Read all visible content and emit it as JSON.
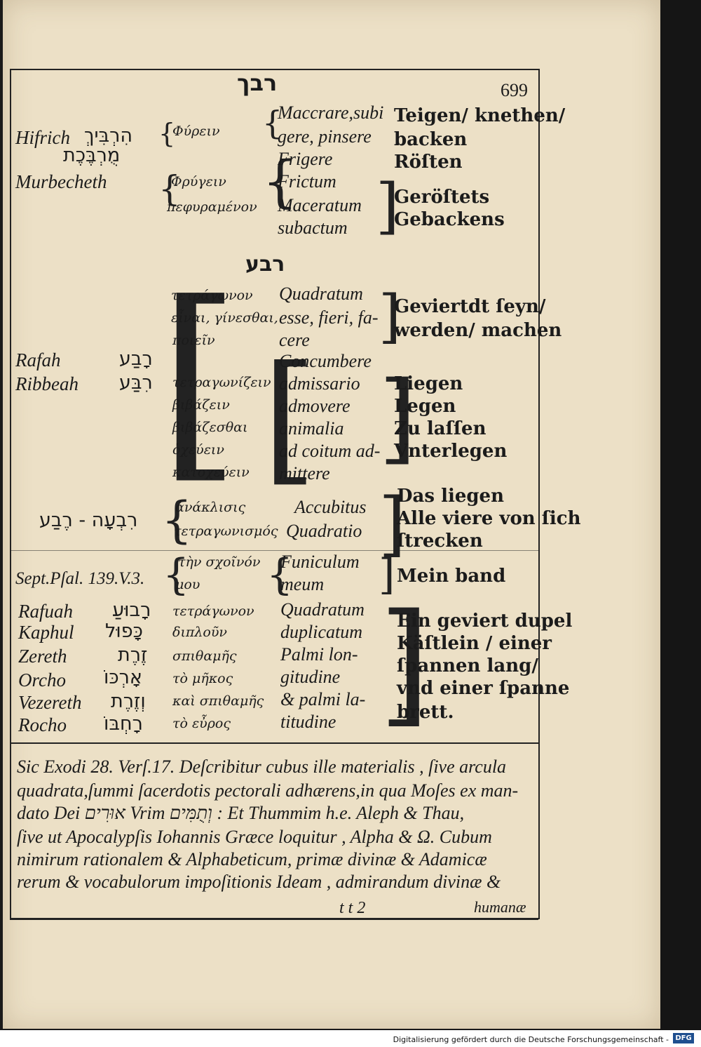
{
  "header": {
    "hebrew_title": "רבך",
    "page_number": "699"
  },
  "block1": {
    "terms": [
      "Hifrich",
      "Murbecheth"
    ],
    "hebrew": [
      "הִרְבִּיךְ",
      "מֻרְבֶּכֶת"
    ],
    "greek": [
      "Φύρειν",
      "Φρύγειν",
      "πεφυραμένον"
    ],
    "latin": [
      "Maccrare,subi",
      "gere, pinsere",
      "Frigere",
      "Frictum",
      "Maceratum",
      "subactum"
    ],
    "german": [
      "Teigen/ knethen/",
      "backen",
      "Röſten",
      "Geröſtets",
      "Gebackens"
    ]
  },
  "section2_title": "רבע",
  "block2": {
    "terms": [
      "Rafah",
      "Ribbeah"
    ],
    "hebrew": [
      "רָבַע",
      "רִבַּע"
    ],
    "greek": [
      "τετράγωνον",
      "εἶναι, γίνεσθαι,",
      "ποιεῖν",
      "τετραγωνίζειν",
      "βιβάζειν",
      "βιβάζεσθαι",
      "ὀχεύειν",
      "κατοχεύειν"
    ],
    "latin": [
      "Quadratum",
      "esse, fieri, fa-",
      "cere",
      "Concumbere",
      "admissario",
      "admovere",
      "animalia",
      "ad coitum ad-",
      "mittere"
    ],
    "german": [
      "Geviertdt ſeyn/",
      "werden/ machen",
      "Liegen",
      "Legen",
      "Zu laſſen",
      "Vnterlegen"
    ]
  },
  "block3": {
    "hebrew": "רִבְעָה - רֶבַע",
    "greek": [
      "ἀνάκλισις",
      "τετραγωνισμός"
    ],
    "latin": [
      "Accubitus",
      "Quadratio"
    ],
    "german": [
      "Das liegen",
      "Alle viere von ſich",
      "ſtrecken"
    ]
  },
  "block4": {
    "reference": "Sept.Pſal. 139.V.3.",
    "greek": [
      "τὴν σχοῖνόν",
      "μου"
    ],
    "latin": [
      "Funiculum",
      "meum"
    ],
    "german": [
      "Mein band"
    ]
  },
  "block5": {
    "terms": [
      "Rafuah",
      "Kaphul",
      "Zereth",
      "Orcho",
      "Vezereth",
      "Rocho"
    ],
    "hebrew": [
      "רָבוּעַ",
      "כָּפוּל",
      "זֶרֶת",
      "אָרְכּוֹ",
      "וְזֶרֶת",
      "רָחְבּוֹ"
    ],
    "greek": [
      "τετράγωνον",
      "διπλοῦν",
      "σπιθαμῆς",
      "τὸ μῆκος",
      "καὶ σπιθαμῆς",
      "τὸ εὖρος"
    ],
    "latin": [
      "Quadratum",
      "duplicatum",
      "Palmi lon-",
      "gitudine",
      "& palmi la-",
      "titudine"
    ],
    "german": [
      "Ein geviert dupel",
      "Käſtlein / einer",
      "ſpannen lang/",
      "vnd einer ſpanne",
      "brett."
    ]
  },
  "paragraph": [
    "Sic Exodi 28. Verſ.17. Deſcribitur cubus ille materialis , ſive arcula",
    "quadrata,ſummi ſacerdotis pectorali adhærens,in qua Moſes ex man-",
    "dato Dei אוּרִים Vrim וְתֻמִּים : Et Thummim h.e. Aleph & Thau,",
    "ſive ut Apocalypſis Iohannis Græce loquitur , Alpha & Ω. Cubum",
    "nimirum rationalem & Alphabeticum, primæ divinæ & Adamicæ",
    "rerum & vocabulorum impoſitionis Ideam , admirandum divinæ &"
  ],
  "footer": {
    "signature": "t t  2",
    "catchword": "humanæ"
  },
  "scan_footer": {
    "text": "Digitalisierung gefördert durch die Deutsche Forschungsgemeinschaft -",
    "logo": "DFG"
  }
}
